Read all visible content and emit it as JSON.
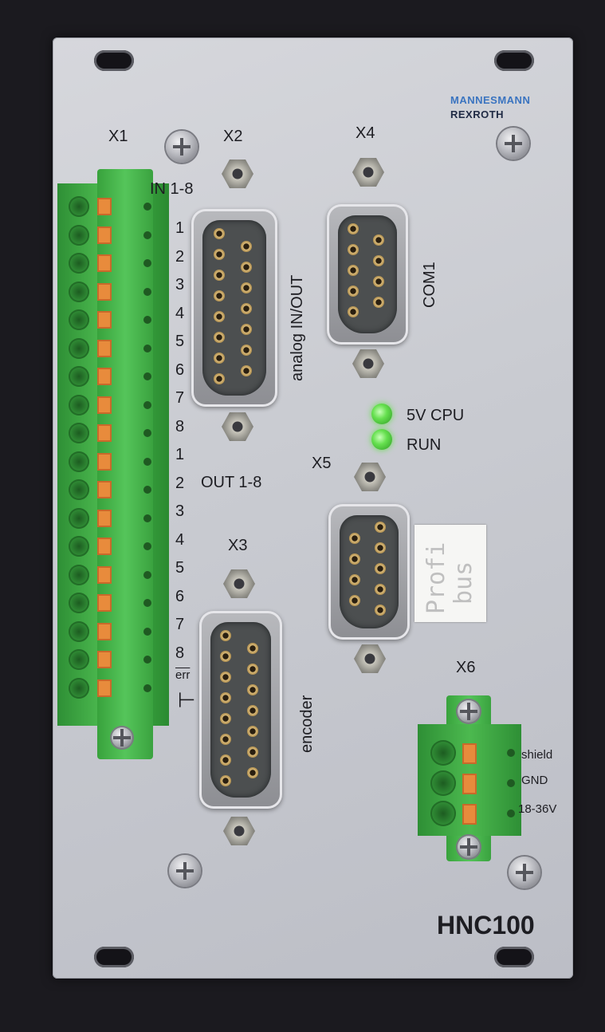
{
  "labels": {
    "x1": "X1",
    "x2": "X2",
    "x3": "X3",
    "x4": "X4",
    "x5": "X5",
    "x6": "X6",
    "in_group": "IN 1-8",
    "out_group": "OUT 1-8",
    "analog": "analog IN/OUT",
    "encoder": "encoder",
    "com1": "COM1",
    "led_cpu": "5V CPU",
    "led_run": "RUN",
    "profibus_1": "Profi",
    "profibus_2": "bus",
    "shield": "shield",
    "gnd": "GND",
    "voltage": "18-36V",
    "err": "err",
    "ground": "⊥"
  },
  "brand": {
    "line1": "MANNESMANN",
    "line2": "REXROTH"
  },
  "model": "HNC100",
  "in_numbers": [
    "1",
    "2",
    "3",
    "4",
    "5",
    "6",
    "7",
    "8"
  ],
  "out_numbers": [
    "1",
    "2",
    "3",
    "4",
    "5",
    "6",
    "7",
    "8"
  ],
  "colors": {
    "panel": "#cfd0d6",
    "terminal_green": "#45b24a",
    "terminal_orange": "#e88b3c",
    "led_green": "#66e04f",
    "brand_blue": "#3a74c0"
  }
}
